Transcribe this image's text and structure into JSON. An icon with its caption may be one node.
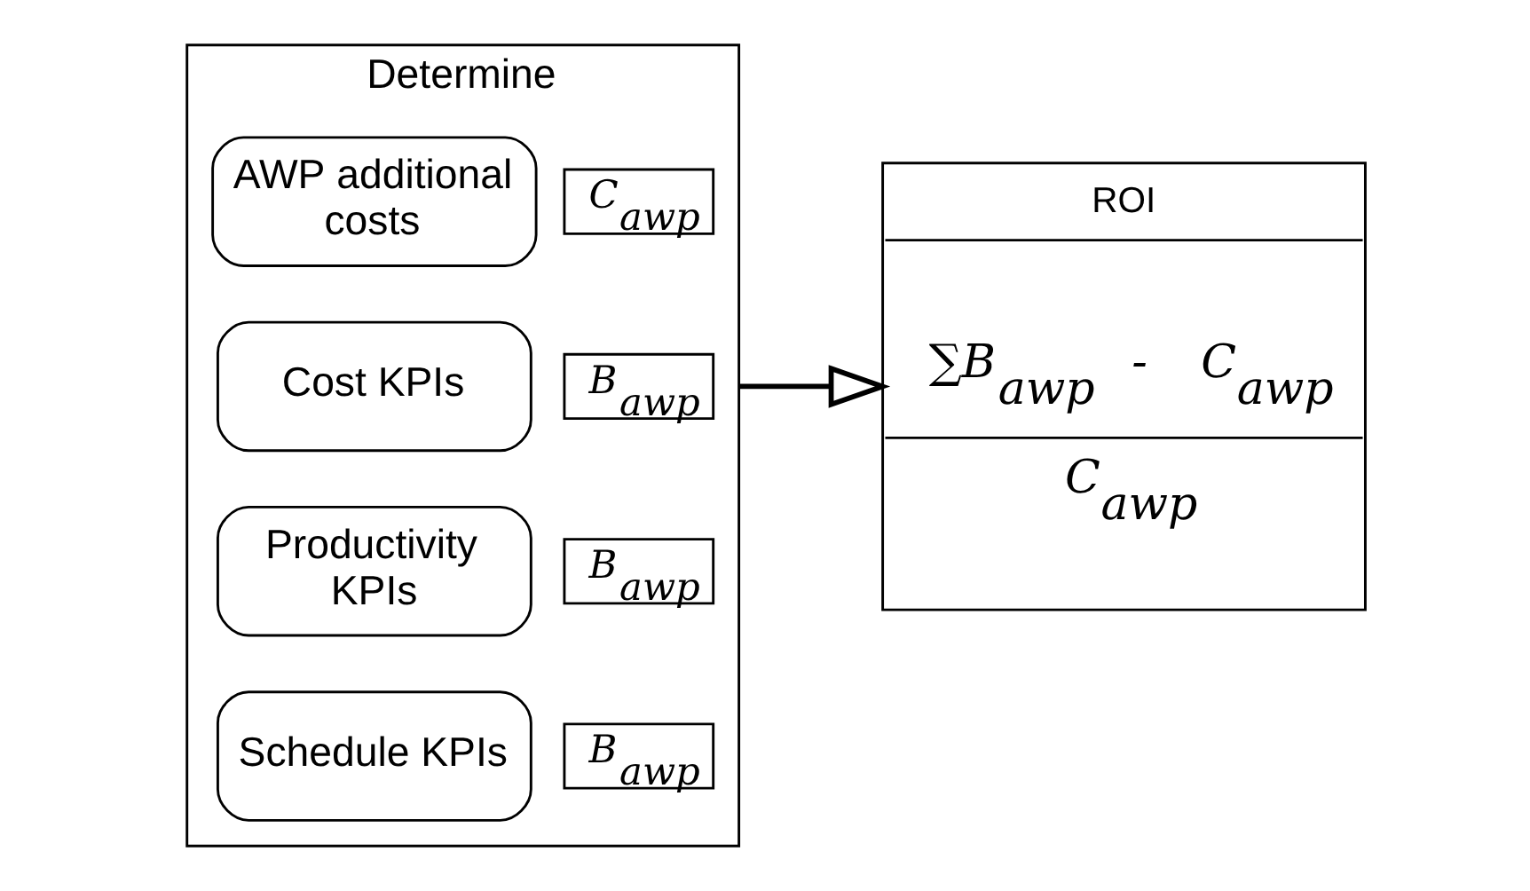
{
  "diagram": {
    "nodes": [
      {
        "text": [
          "Determine"
        ]
      },
      {
        "text": [
          "AWP additional costs"
        ],
        "in": 0
      },
      {
        "text": [
          "C$_{awp}$"
        ],
        "in": 0
      },
      {
        "text": [
          "Cost KPIs"
        ],
        "in": 0
      },
      {
        "text": [
          "B$_{awp}$"
        ],
        "in": 0
      },
      {
        "text": [
          "Productivity KPIs"
        ],
        "in": 0
      },
      {
        "text": [
          "B$_{awp}$"
        ],
        "in": 0
      },
      {
        "text": [
          "Schedule KPIs"
        ],
        "in": 0
      },
      {
        "text": [
          "B$_{awp}$"
        ],
        "in": 0
      },
      {
        "text": [
          "ROI",
          "∑B$_{awp}$ - C$_{awp}$",
          "C$_{awp}$"
        ]
      }
    ],
    "edges": [
      {
        "from": 0,
        "to": 9,
        "arrow": "to"
      }
    ]
  }
}
